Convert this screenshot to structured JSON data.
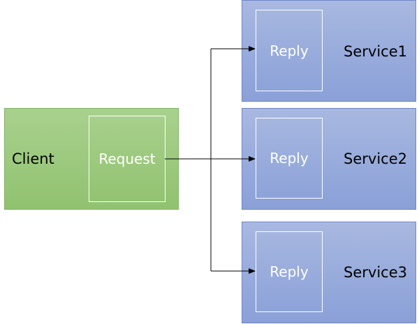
{
  "client": {
    "label": "Client",
    "request_label": "Request"
  },
  "services": [
    {
      "label": "Service1",
      "reply_label": "Reply"
    },
    {
      "label": "Service2",
      "reply_label": "Reply"
    },
    {
      "label": "Service3",
      "reply_label": "Reply"
    }
  ],
  "colors": {
    "client_fill": "#a9d18e",
    "service_fill": "#8faadc",
    "connector": "#000000"
  }
}
